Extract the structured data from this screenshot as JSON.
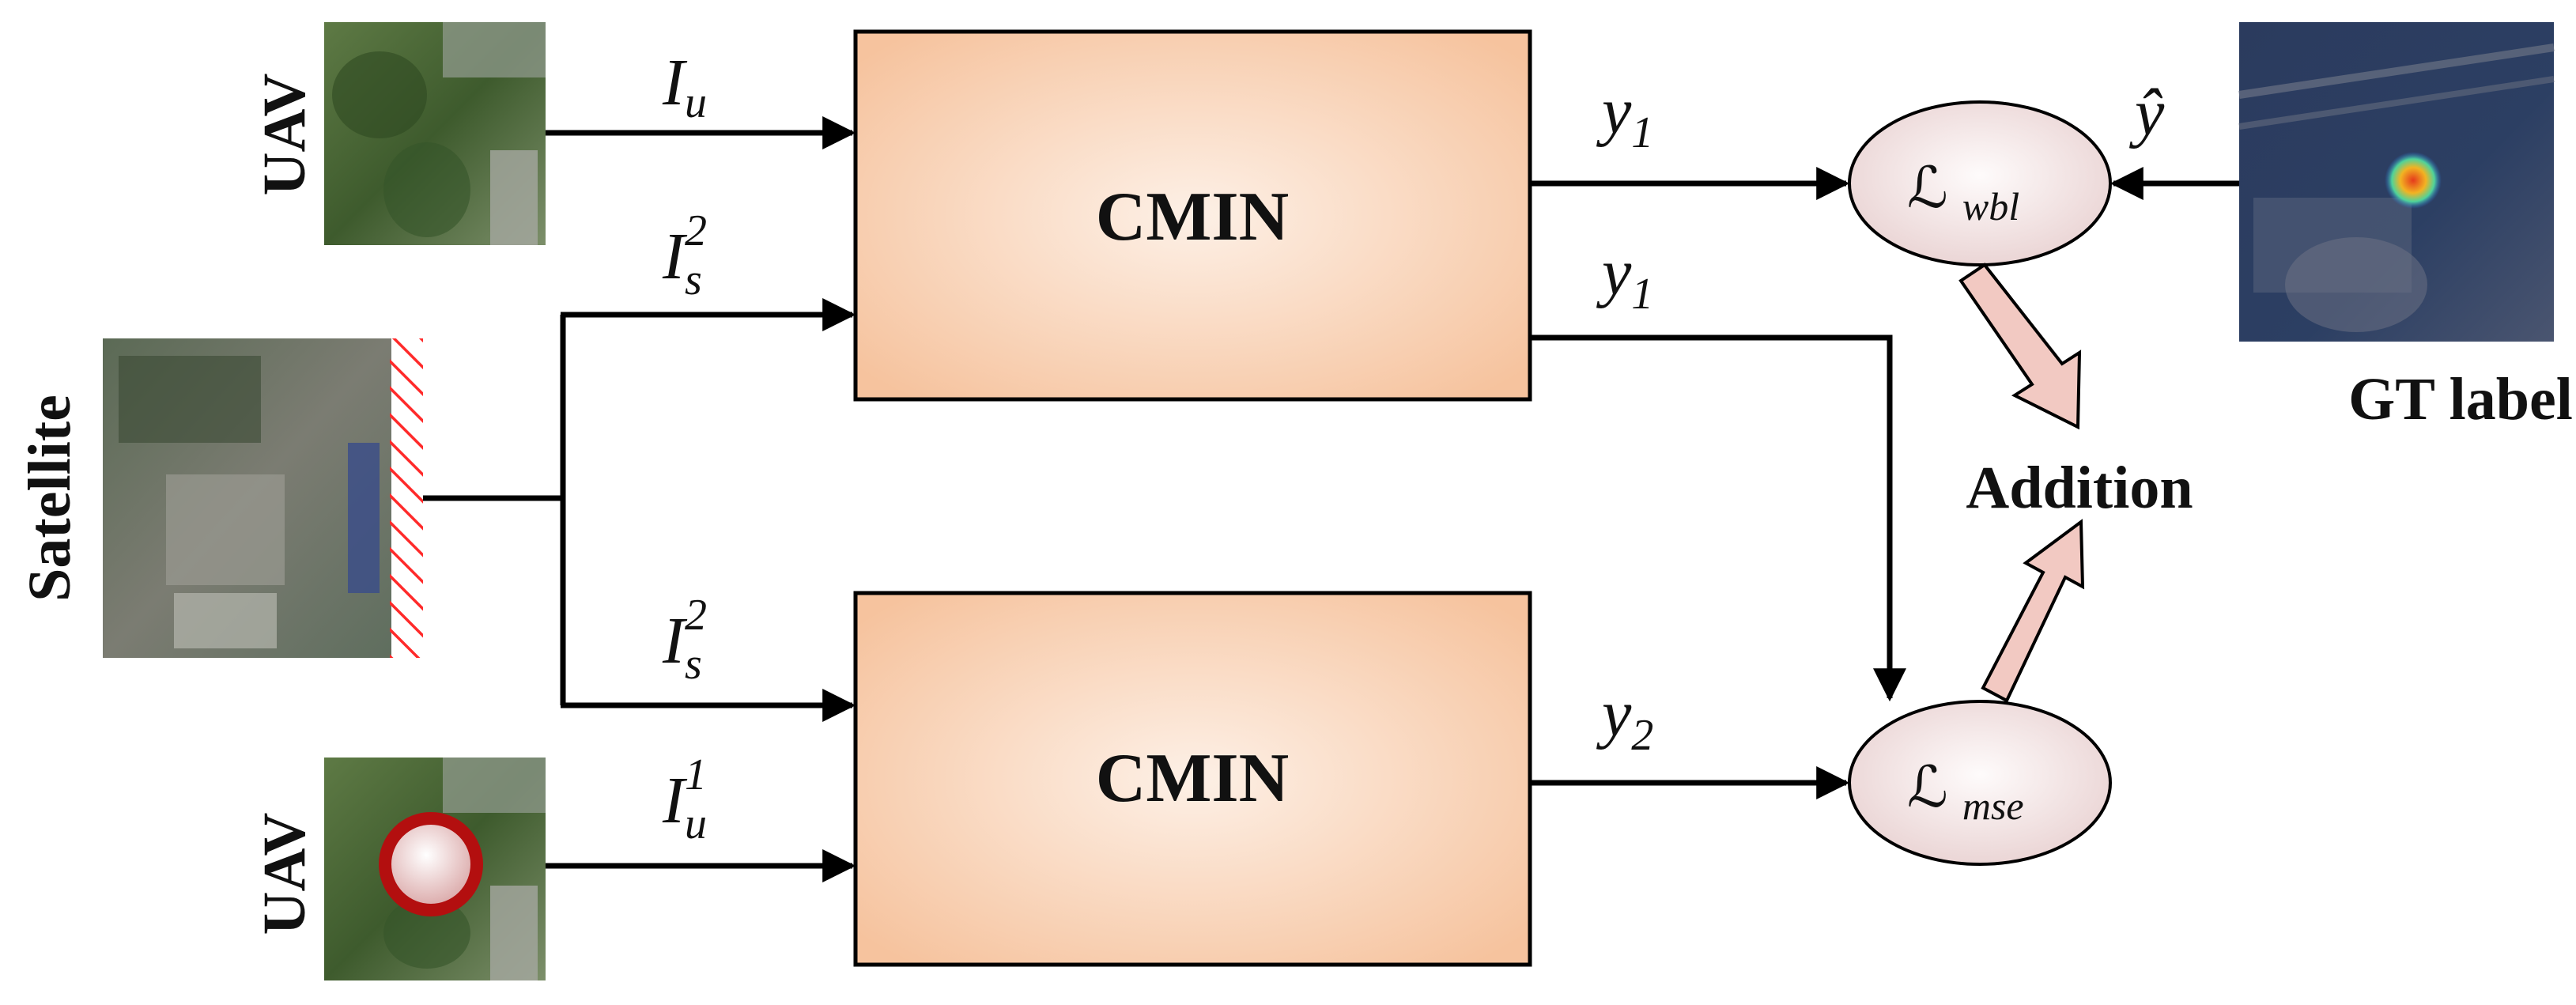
{
  "labels": {
    "uav_top": "UAV",
    "uav_bottom": "UAV",
    "satellite": "Satellite",
    "gt_label": "GT label",
    "addition": "Addition"
  },
  "blocks": {
    "top": "CMIN",
    "bottom": "CMIN"
  },
  "symbols": {
    "iu_base": "I",
    "iu_sub": "u",
    "is_base": "I",
    "is_sub": "s",
    "is_sup": "2",
    "iu1_sup": "1",
    "y_base": "y",
    "y1_sub": "1",
    "y2_sub": "2",
    "yhat": "ŷ",
    "loss_base": "ℒ",
    "loss_wbl_sub": "wbl",
    "loss_mse_sub": "mse"
  },
  "colors": {
    "block_center": "#fde9dd",
    "block_edge": "#f6c6a2",
    "ellipse_center": "#fcf6f6",
    "ellipse_edge": "#ecd6d6",
    "hollow_arrow": "#f2c9c2",
    "marker_ring": "#b30f0f",
    "hatch": "#ff2a2a"
  },
  "icons": {
    "uav_top_image": "aerial-photo",
    "uav_bottom_image": "aerial-photo-with-marker",
    "satellite_image": "satellite-photo",
    "gt_image": "heatmap-photo"
  }
}
